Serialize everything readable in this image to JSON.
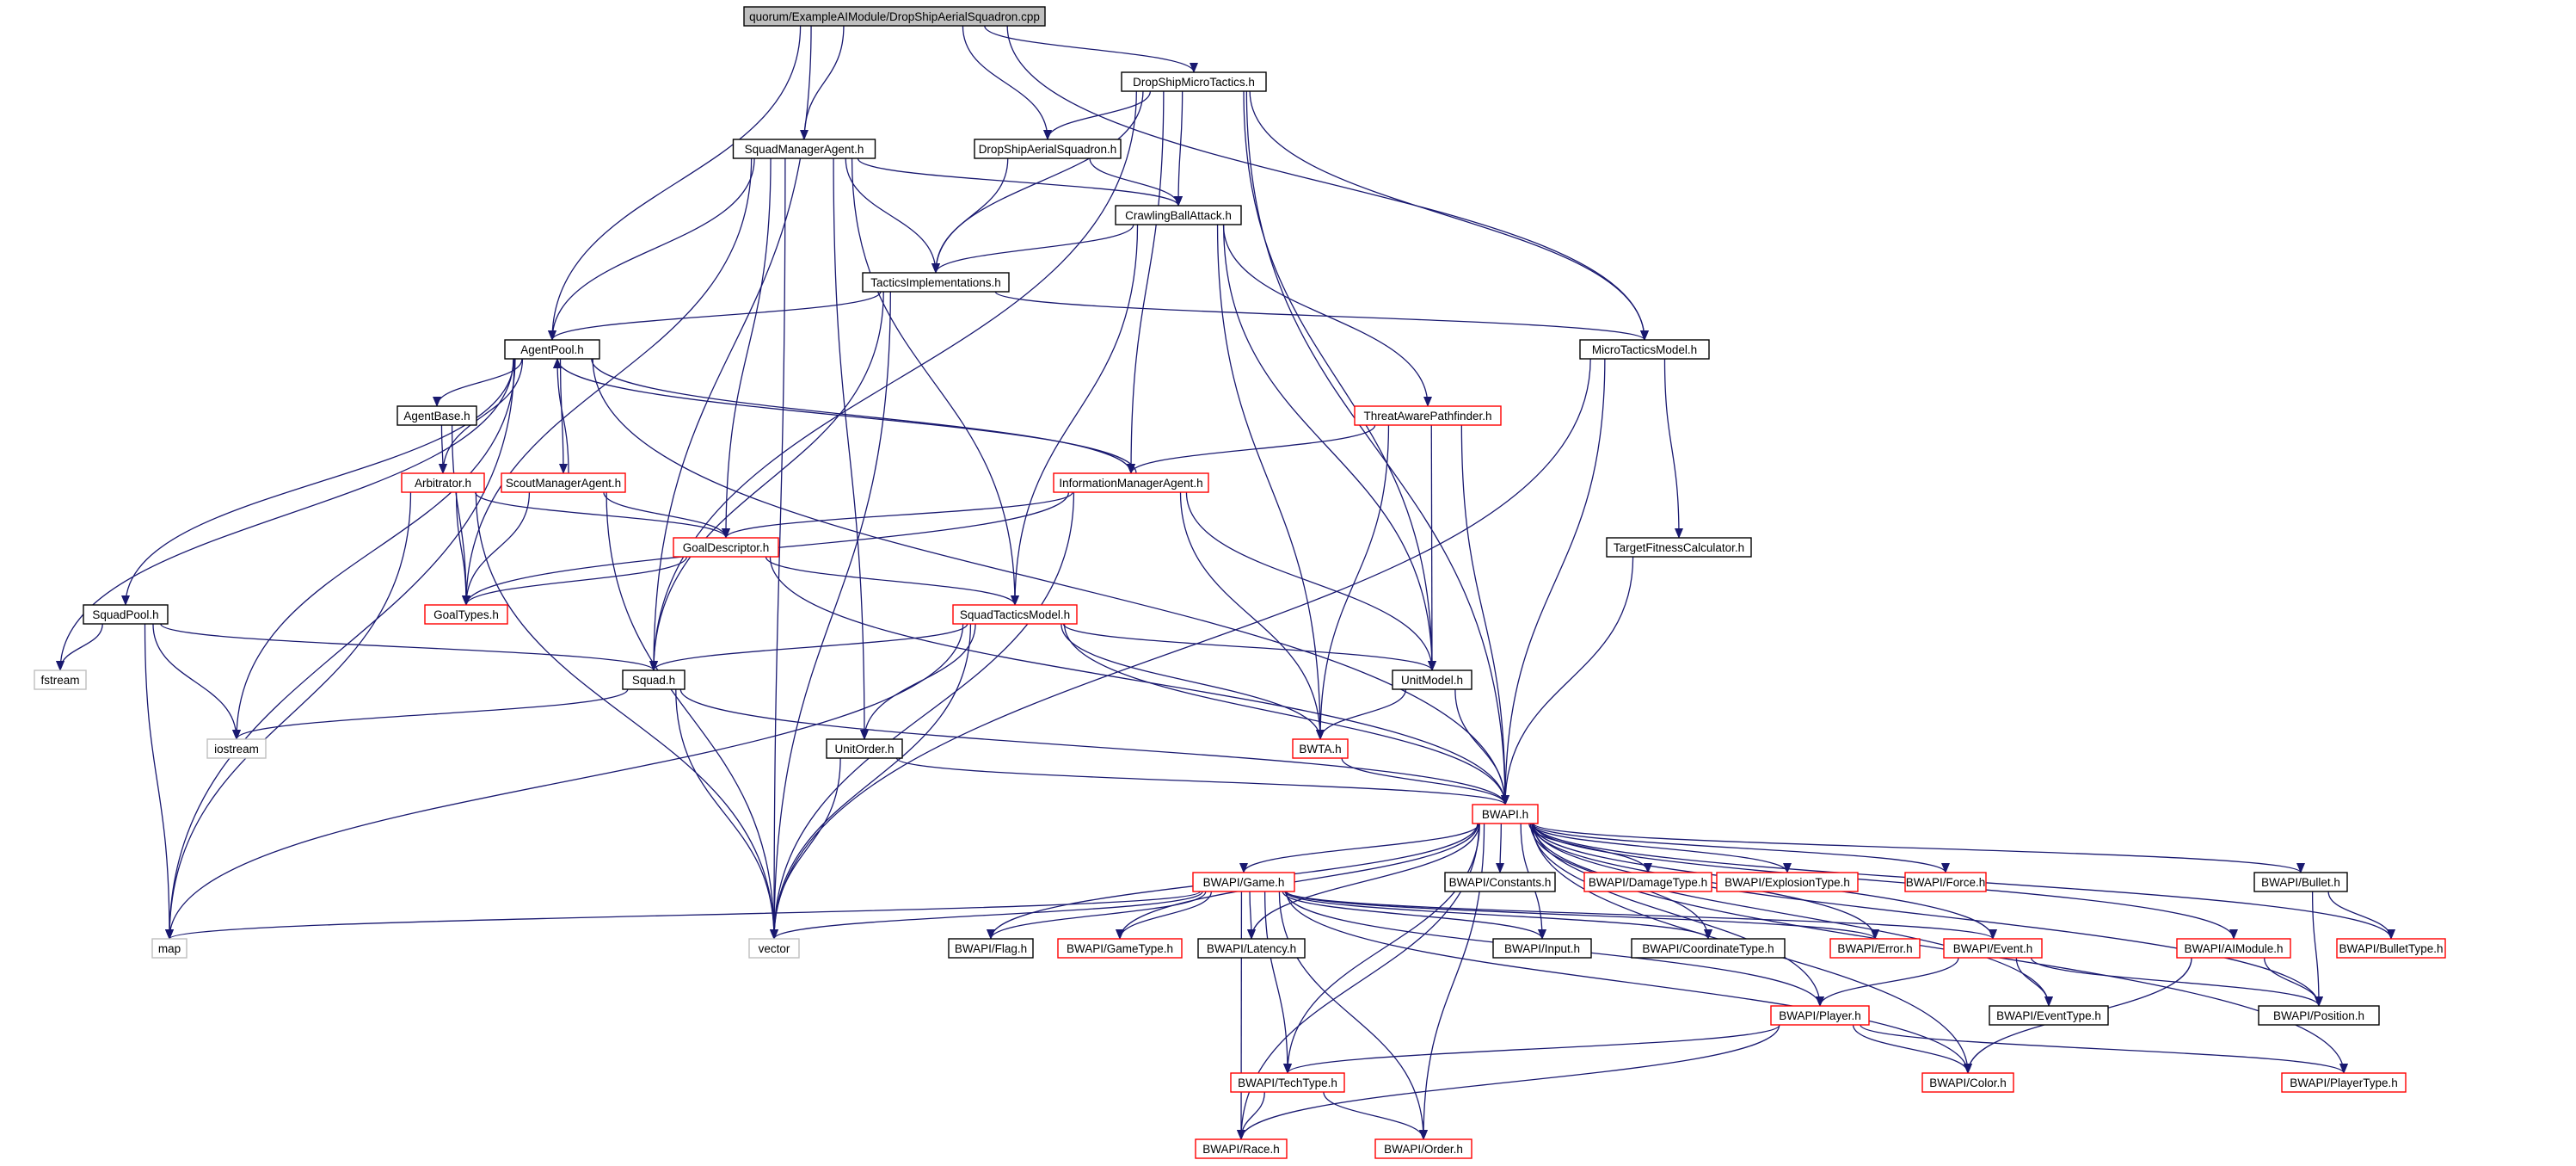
{
  "colors": {
    "edge": "#191970",
    "border_black": "#000000",
    "border_red": "#ff0000",
    "border_gray": "#bfbfbf",
    "root_fill": "#bfbfbf",
    "node_fill": "#ffffff"
  },
  "nodes": [
    {
      "id": "root",
      "label": "quorum/ExampleAIModule/DropShipAerialSquadron.cpp",
      "style": "root"
    },
    {
      "id": "dsmt",
      "label": "DropShipMicroTactics.h",
      "style": "normal"
    },
    {
      "id": "sma",
      "label": "SquadManagerAgent.h",
      "style": "normal"
    },
    {
      "id": "dsas",
      "label": "DropShipAerialSquadron.h",
      "style": "normal"
    },
    {
      "id": "cba",
      "label": "CrawlingBallAttack.h",
      "style": "normal"
    },
    {
      "id": "ti",
      "label": "TacticsImplementations.h",
      "style": "normal"
    },
    {
      "id": "ap",
      "label": "AgentPool.h",
      "style": "normal"
    },
    {
      "id": "mtm",
      "label": "MicroTacticsModel.h",
      "style": "normal"
    },
    {
      "id": "ab",
      "label": "AgentBase.h",
      "style": "normal"
    },
    {
      "id": "tap",
      "label": "ThreatAwarePathfinder.h",
      "style": "red"
    },
    {
      "id": "arb",
      "label": "Arbitrator.h",
      "style": "red"
    },
    {
      "id": "scm",
      "label": "ScoutManagerAgent.h",
      "style": "red"
    },
    {
      "id": "ima",
      "label": "InformationManagerAgent.h",
      "style": "red"
    },
    {
      "id": "gd",
      "label": "GoalDescriptor.h",
      "style": "red"
    },
    {
      "id": "tfc",
      "label": "TargetFitnessCalculator.h",
      "style": "normal"
    },
    {
      "id": "sp",
      "label": "SquadPool.h",
      "style": "normal"
    },
    {
      "id": "gt",
      "label": "GoalTypes.h",
      "style": "red"
    },
    {
      "id": "stm",
      "label": "SquadTacticsModel.h",
      "style": "red"
    },
    {
      "id": "fstream",
      "label": "fstream",
      "style": "gray"
    },
    {
      "id": "squad",
      "label": "Squad.h",
      "style": "normal"
    },
    {
      "id": "um",
      "label": "UnitModel.h",
      "style": "normal"
    },
    {
      "id": "iostream",
      "label": "iostream",
      "style": "gray"
    },
    {
      "id": "uo",
      "label": "UnitOrder.h",
      "style": "normal"
    },
    {
      "id": "bwta",
      "label": "BWTA.h",
      "style": "red"
    },
    {
      "id": "bwapi",
      "label": "BWAPI.h",
      "style": "red"
    },
    {
      "id": "game",
      "label": "BWAPI/Game.h",
      "style": "red"
    },
    {
      "id": "consts",
      "label": "BWAPI/Constants.h",
      "style": "normal"
    },
    {
      "id": "dmg",
      "label": "BWAPI/DamageType.h",
      "style": "red"
    },
    {
      "id": "expl",
      "label": "BWAPI/ExplosionType.h",
      "style": "red"
    },
    {
      "id": "force",
      "label": "BWAPI/Force.h",
      "style": "red"
    },
    {
      "id": "bullet",
      "label": "BWAPI/Bullet.h",
      "style": "normal"
    },
    {
      "id": "map",
      "label": "map",
      "style": "gray"
    },
    {
      "id": "vector",
      "label": "vector",
      "style": "gray"
    },
    {
      "id": "flag",
      "label": "BWAPI/Flag.h",
      "style": "normal"
    },
    {
      "id": "gtype",
      "label": "BWAPI/GameType.h",
      "style": "red"
    },
    {
      "id": "lat",
      "label": "BWAPI/Latency.h",
      "style": "normal"
    },
    {
      "id": "input",
      "label": "BWAPI/Input.h",
      "style": "normal"
    },
    {
      "id": "coord",
      "label": "BWAPI/CoordinateType.h",
      "style": "normal"
    },
    {
      "id": "err",
      "label": "BWAPI/Error.h",
      "style": "red"
    },
    {
      "id": "event",
      "label": "BWAPI/Event.h",
      "style": "red"
    },
    {
      "id": "aimod",
      "label": "BWAPI/AIModule.h",
      "style": "red"
    },
    {
      "id": "btype",
      "label": "BWAPI/BulletType.h",
      "style": "red"
    },
    {
      "id": "player",
      "label": "BWAPI/Player.h",
      "style": "red"
    },
    {
      "id": "etype",
      "label": "BWAPI/EventType.h",
      "style": "normal"
    },
    {
      "id": "pos",
      "label": "BWAPI/Position.h",
      "style": "normal"
    },
    {
      "id": "tech",
      "label": "BWAPI/TechType.h",
      "style": "red"
    },
    {
      "id": "color",
      "label": "BWAPI/Color.h",
      "style": "red"
    },
    {
      "id": "ptype",
      "label": "BWAPI/PlayerType.h",
      "style": "red"
    },
    {
      "id": "race",
      "label": "BWAPI/Race.h",
      "style": "red"
    },
    {
      "id": "order",
      "label": "BWAPI/Order.h",
      "style": "red"
    }
  ],
  "edges": [
    [
      "root",
      "dsmt"
    ],
    [
      "root",
      "sma"
    ],
    [
      "root",
      "dsas"
    ],
    [
      "root",
      "ap"
    ],
    [
      "root",
      "squad"
    ],
    [
      "root",
      "mtm"
    ],
    [
      "dsmt",
      "dsas"
    ],
    [
      "dsmt",
      "cba"
    ],
    [
      "dsmt",
      "ti"
    ],
    [
      "dsmt",
      "mtm"
    ],
    [
      "dsmt",
      "ima"
    ],
    [
      "dsmt",
      "squad"
    ],
    [
      "dsmt",
      "um"
    ],
    [
      "dsmt",
      "bwapi"
    ],
    [
      "sma",
      "ap"
    ],
    [
      "sma",
      "cba"
    ],
    [
      "sma",
      "ti"
    ],
    [
      "sma",
      "gd"
    ],
    [
      "sma",
      "stm"
    ],
    [
      "sma",
      "gt"
    ],
    [
      "sma",
      "uo"
    ],
    [
      "sma",
      "vector"
    ],
    [
      "dsas",
      "cba"
    ],
    [
      "dsas",
      "ti"
    ],
    [
      "cba",
      "ti"
    ],
    [
      "cba",
      "tap"
    ],
    [
      "cba",
      "stm"
    ],
    [
      "cba",
      "um"
    ],
    [
      "cba",
      "bwta"
    ],
    [
      "ti",
      "ap"
    ],
    [
      "ti",
      "mtm"
    ],
    [
      "ti",
      "squad"
    ],
    [
      "ti",
      "vector"
    ],
    [
      "ap",
      "ab"
    ],
    [
      "ap",
      "arb"
    ],
    [
      "ap",
      "scm"
    ],
    [
      "ap",
      "ima"
    ],
    [
      "ap",
      "sp"
    ],
    [
      "ap",
      "fstream"
    ],
    [
      "ap",
      "iostream"
    ],
    [
      "ap",
      "map"
    ],
    [
      "ap",
      "bwapi"
    ],
    [
      "mtm",
      "tfc"
    ],
    [
      "mtm",
      "bwapi"
    ],
    [
      "mtm",
      "vector"
    ],
    [
      "ab",
      "arb"
    ],
    [
      "ab",
      "gt"
    ],
    [
      "tap",
      "ima"
    ],
    [
      "tap",
      "um"
    ],
    [
      "tap",
      "bwta"
    ],
    [
      "tap",
      "bwapi"
    ],
    [
      "arb",
      "gd"
    ],
    [
      "arb",
      "gt"
    ],
    [
      "arb",
      "map"
    ],
    [
      "arb",
      "vector"
    ],
    [
      "scm",
      "ap"
    ],
    [
      "scm",
      "gd"
    ],
    [
      "scm",
      "gt"
    ],
    [
      "scm",
      "vector"
    ],
    [
      "ima",
      "ap"
    ],
    [
      "ima",
      "gd"
    ],
    [
      "ima",
      "gt"
    ],
    [
      "ima",
      "um"
    ],
    [
      "ima",
      "bwta"
    ],
    [
      "ima",
      "vector"
    ],
    [
      "gd",
      "gt"
    ],
    [
      "gd",
      "stm"
    ],
    [
      "gd",
      "bwapi"
    ],
    [
      "tfc",
      "bwapi"
    ],
    [
      "sp",
      "fstream"
    ],
    [
      "sp",
      "squad"
    ],
    [
      "sp",
      "iostream"
    ],
    [
      "sp",
      "map"
    ],
    [
      "stm",
      "squad"
    ],
    [
      "stm",
      "um"
    ],
    [
      "stm",
      "uo"
    ],
    [
      "stm",
      "bwta"
    ],
    [
      "stm",
      "bwapi"
    ],
    [
      "stm",
      "map"
    ],
    [
      "stm",
      "vector"
    ],
    [
      "squad",
      "iostream"
    ],
    [
      "squad",
      "vector"
    ],
    [
      "squad",
      "bwapi"
    ],
    [
      "um",
      "bwta"
    ],
    [
      "um",
      "bwapi"
    ],
    [
      "uo",
      "bwapi"
    ],
    [
      "uo",
      "vector"
    ],
    [
      "bwta",
      "bwapi"
    ],
    [
      "bwapi",
      "game"
    ],
    [
      "bwapi",
      "consts"
    ],
    [
      "bwapi",
      "dmg"
    ],
    [
      "bwapi",
      "expl"
    ],
    [
      "bwapi",
      "force"
    ],
    [
      "bwapi",
      "bullet"
    ],
    [
      "bwapi",
      "btype"
    ],
    [
      "bwapi",
      "aimod"
    ],
    [
      "bwapi",
      "event"
    ],
    [
      "bwapi",
      "err"
    ],
    [
      "bwapi",
      "coord"
    ],
    [
      "bwapi",
      "input"
    ],
    [
      "bwapi",
      "flag"
    ],
    [
      "bwapi",
      "gtype"
    ],
    [
      "bwapi",
      "lat"
    ],
    [
      "bwapi",
      "etype"
    ],
    [
      "bwapi",
      "player"
    ],
    [
      "bwapi",
      "pos"
    ],
    [
      "bwapi",
      "color"
    ],
    [
      "bwapi",
      "ptype"
    ],
    [
      "bwapi",
      "tech"
    ],
    [
      "bwapi",
      "race"
    ],
    [
      "bwapi",
      "order"
    ],
    [
      "game",
      "map"
    ],
    [
      "game",
      "vector"
    ],
    [
      "game",
      "flag"
    ],
    [
      "game",
      "gtype"
    ],
    [
      "game",
      "lat"
    ],
    [
      "game",
      "input"
    ],
    [
      "game",
      "coord"
    ],
    [
      "game",
      "err"
    ],
    [
      "game",
      "event"
    ],
    [
      "game",
      "player"
    ],
    [
      "game",
      "color"
    ],
    [
      "game",
      "tech"
    ],
    [
      "game",
      "race"
    ],
    [
      "game",
      "order"
    ],
    [
      "bullet",
      "btype"
    ],
    [
      "bullet",
      "pos"
    ],
    [
      "event",
      "player"
    ],
    [
      "event",
      "etype"
    ],
    [
      "event",
      "pos"
    ],
    [
      "aimod",
      "pos"
    ],
    [
      "aimod",
      "color"
    ],
    [
      "player",
      "tech"
    ],
    [
      "player",
      "race"
    ],
    [
      "player",
      "color"
    ],
    [
      "player",
      "ptype"
    ],
    [
      "tech",
      "race"
    ],
    [
      "tech",
      "order"
    ]
  ]
}
